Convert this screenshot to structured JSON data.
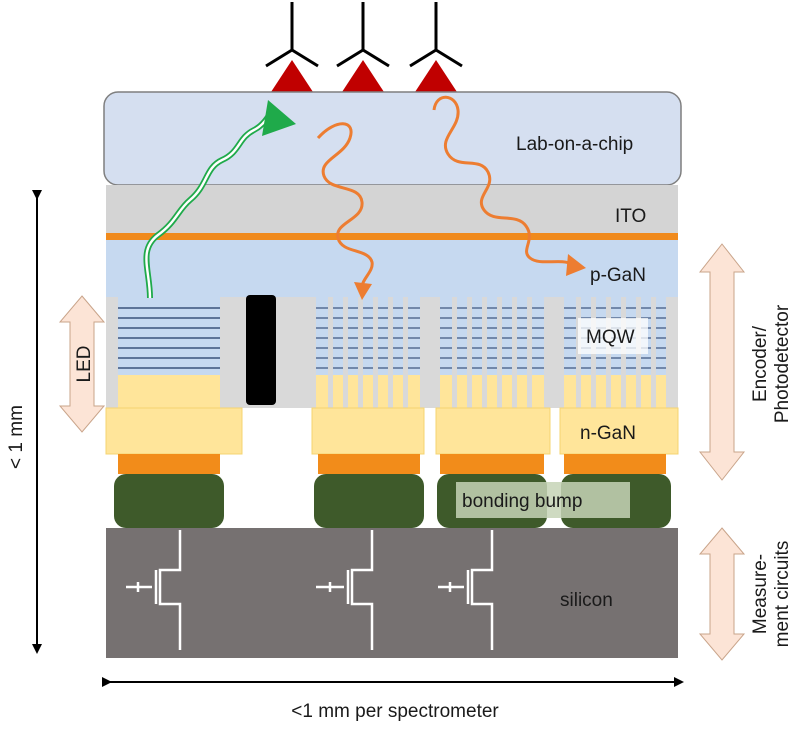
{
  "labels": {
    "lab_on_chip": "Lab-on-a-chip",
    "ito": "ITO",
    "p_gan": "p-GaN",
    "mqw": "MQW",
    "n_gan": "n-GaN",
    "bonding_bump": "bonding bump",
    "silicon": "silicon",
    "led": "LED",
    "height": "< 1 mm",
    "width": "<1 mm per spectrometer",
    "encoder_line1": "Encoder/",
    "encoder_line2": "Photodetector",
    "measure_line1": "Measure-",
    "measure_line2": "ment circuits"
  },
  "colors": {
    "lab_on_chip": "#d5dff0",
    "ito": "#d4d4d4",
    "ito_stripe": "#f08a1c",
    "p_gan": "#c6d9f0",
    "n_gan": "#ffe59a",
    "contact": "#f28c1a",
    "bump": "#3e5a2a",
    "silicon": "#767171",
    "arrow_fill": "#fce4d6",
    "green_wave": "#1faa4a",
    "orange_wave": "#ed7d31",
    "antibody": "#c00000"
  }
}
